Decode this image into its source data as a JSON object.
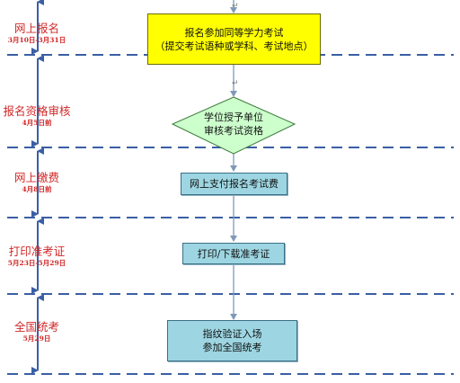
{
  "stages": [
    {
      "name": "网上报名",
      "date": "3月10日-3月31日"
    },
    {
      "name": "报名资格审核",
      "date": "4月5日前"
    },
    {
      "name": "网上缴费",
      "date": "4月8日前"
    },
    {
      "name": "打印准考证",
      "date": "5月23日-5月29日"
    },
    {
      "name": "全国统考",
      "date": "5月29日"
    }
  ],
  "steps": {
    "register": {
      "line1": "报名参加同等学力考试",
      "line2": "（提交考试语种或学科、考试地点）"
    },
    "review": {
      "line1": "学位授予单位",
      "line2": "审核考试资格"
    },
    "pay": {
      "text": "网上支付报名考试费"
    },
    "print": {
      "text": "打印/下载准考证"
    },
    "exam": {
      "line1": "指纹验证入场",
      "line2": "参加全国统考"
    }
  },
  "colors": {
    "stage_text": "#d12828",
    "divider": "#3a5fa5",
    "arrow": "#7f99b7",
    "register_fill": "#ffff00",
    "review_fill": "#ccffcc",
    "step_fill": "#9dd6e2"
  }
}
